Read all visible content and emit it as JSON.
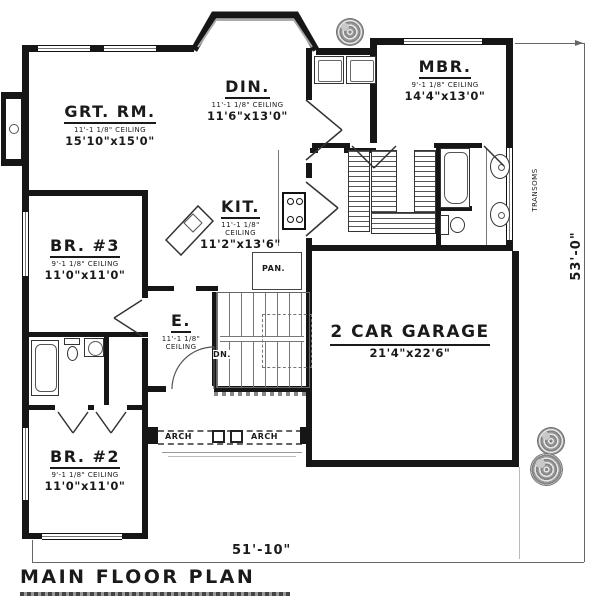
{
  "title": "MAIN FLOOR PLAN",
  "dimensions": {
    "bottom": "51'-10\"",
    "right": "53'-0\""
  },
  "rooms": {
    "grt": {
      "name": "GRT. RM.",
      "ceiling": "11'-1 1/8\" CEILING",
      "size": "15'10\"x15'0\""
    },
    "din": {
      "name": "DIN.",
      "ceiling": "11'-1 1/8\" CEILING",
      "size": "11'6\"x13'0\""
    },
    "mbr": {
      "name": "MBR.",
      "ceiling": "9'-1 1/8\" CEILING",
      "size": "14'4\"x13'0\""
    },
    "kit": {
      "name": "KIT.",
      "ceiling1": "11'-1 1/8\"",
      "ceiling2": "CEILING",
      "size": "11'2\"x13'6\""
    },
    "br3": {
      "name": "BR. #3",
      "ceiling": "9'-1 1/8\" CEILING",
      "size": "11'0\"x11'0\""
    },
    "br2": {
      "name": "BR. #2",
      "ceiling": "9'-1 1/8\" CEILING",
      "size": "11'0\"x11'0\""
    },
    "entry": {
      "name": "E.",
      "ceiling1": "11'-1 1/8\"",
      "ceiling2": "CEILING"
    },
    "garage": {
      "name": "2 CAR GARAGE",
      "size": "21'4\"x22'6\""
    }
  },
  "annotations": {
    "pantry": "PAN.",
    "down": "DN.",
    "arch_left": "ARCH",
    "arch_right": "ARCH",
    "transoms": "TRANSOMS"
  }
}
